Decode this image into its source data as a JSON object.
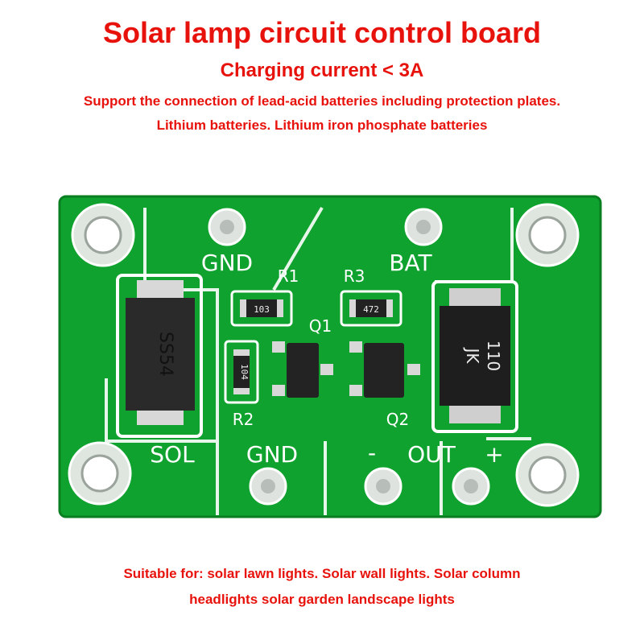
{
  "header": {
    "title": "Solar lamp circuit control board",
    "subtitle": "Charging current < 3A",
    "line1": "Support the connection of lead-acid batteries including protection plates.",
    "line2": "Lithium batteries. Lithium iron phosphate batteries"
  },
  "board": {
    "labels": {
      "gnd_top": "GND",
      "bat": "BAT",
      "r1": "R1",
      "r3": "R3",
      "q1": "Q1",
      "r2": "R2",
      "q2": "Q2",
      "sol": "SOL",
      "gnd_bottom": "GND",
      "minus": "-",
      "out": "OUT",
      "plus": "+"
    },
    "components": {
      "diode_marking": "SS54",
      "fuse_marking_1": "JK",
      "fuse_marking_2": "110",
      "r1_code": "103",
      "r3_code": "472",
      "r2_code": "104"
    },
    "colors": {
      "pcb": "#10a22e",
      "silkscreen": "#ffffff"
    }
  },
  "footer": {
    "line1": "Suitable for: solar lawn lights. Solar wall lights. Solar column",
    "line2": "headlights solar garden landscape lights"
  }
}
